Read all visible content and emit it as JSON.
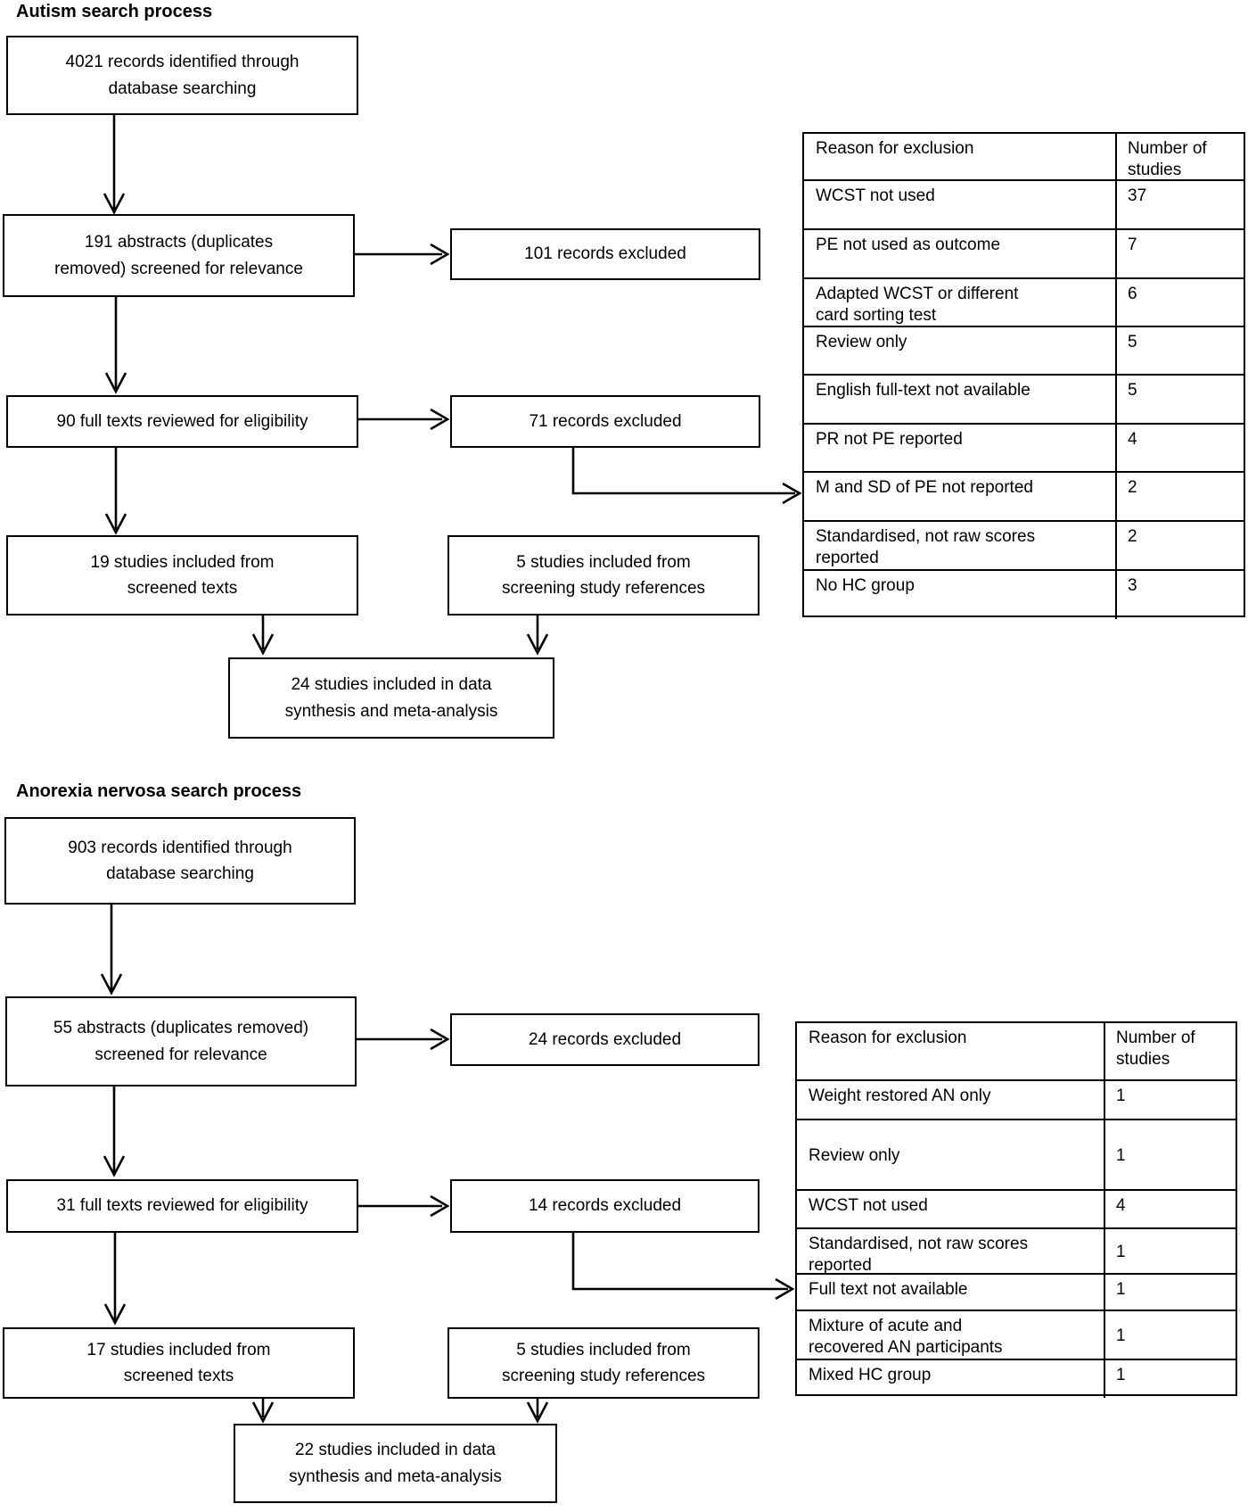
{
  "autism": {
    "title": "Autism search process",
    "boxes": {
      "records_identified": "4021 records identified through\ndatabase searching",
      "abstracts_screened": "191 abstracts (duplicates\nremoved) screened for relevance",
      "records_excluded_screening": "101 records excluded",
      "full_texts_reviewed": "90 full texts reviewed for eligibility",
      "records_excluded_fulltext": "71 records excluded",
      "included_from_screened": "19 studies included from\nscreened texts",
      "included_from_references": "5 studies included from\nscreening study references",
      "included_final": "24 studies included in data\nsynthesis and meta-analysis"
    },
    "exclusion_table": {
      "headers": [
        "Reason for exclusion",
        "Number of\nstudies"
      ],
      "rows": [
        {
          "reason": "WCST not used",
          "count": "37"
        },
        {
          "reason": "PE not used as outcome",
          "count": "7"
        },
        {
          "reason": "Adapted WCST or different\ncard sorting test",
          "count": "6"
        },
        {
          "reason": "Review only",
          "count": "5"
        },
        {
          "reason": "English full-text not available",
          "count": "5"
        },
        {
          "reason": "PR not PE reported",
          "count": "4"
        },
        {
          "reason": "M and SD of PE not reported",
          "count": "2"
        },
        {
          "reason": "Standardised, not raw scores\nreported",
          "count": "2"
        },
        {
          "reason": "No HC group",
          "count": "3"
        }
      ]
    }
  },
  "anorexia": {
    "title": "Anorexia nervosa search process",
    "boxes": {
      "records_identified": "903 records identified through\ndatabase searching",
      "abstracts_screened": "55 abstracts (duplicates removed)\nscreened for relevance",
      "records_excluded_screening": "24 records excluded",
      "full_texts_reviewed": "31 full texts reviewed for eligibility",
      "records_excluded_fulltext": "14 records excluded",
      "included_from_screened": "17 studies included from\nscreened texts",
      "included_from_references": "5 studies included from\nscreening study references",
      "included_final": "22 studies included in data\nsynthesis and meta-analysis"
    },
    "exclusion_table": {
      "headers": [
        "Reason for exclusion",
        "Number of\nstudies"
      ],
      "rows": [
        {
          "reason": "Weight restored AN only",
          "count": "1"
        },
        {
          "reason": "Review only",
          "count": "1"
        },
        {
          "reason": "WCST not used",
          "count": "4"
        },
        {
          "reason": "Standardised, not raw scores\nreported",
          "count": "1"
        },
        {
          "reason": "Full text not available",
          "count": "1"
        },
        {
          "reason": "Mixture of acute and\nrecovered AN participants",
          "count": "1"
        },
        {
          "reason": "Mixed HC group",
          "count": "1"
        }
      ]
    }
  }
}
